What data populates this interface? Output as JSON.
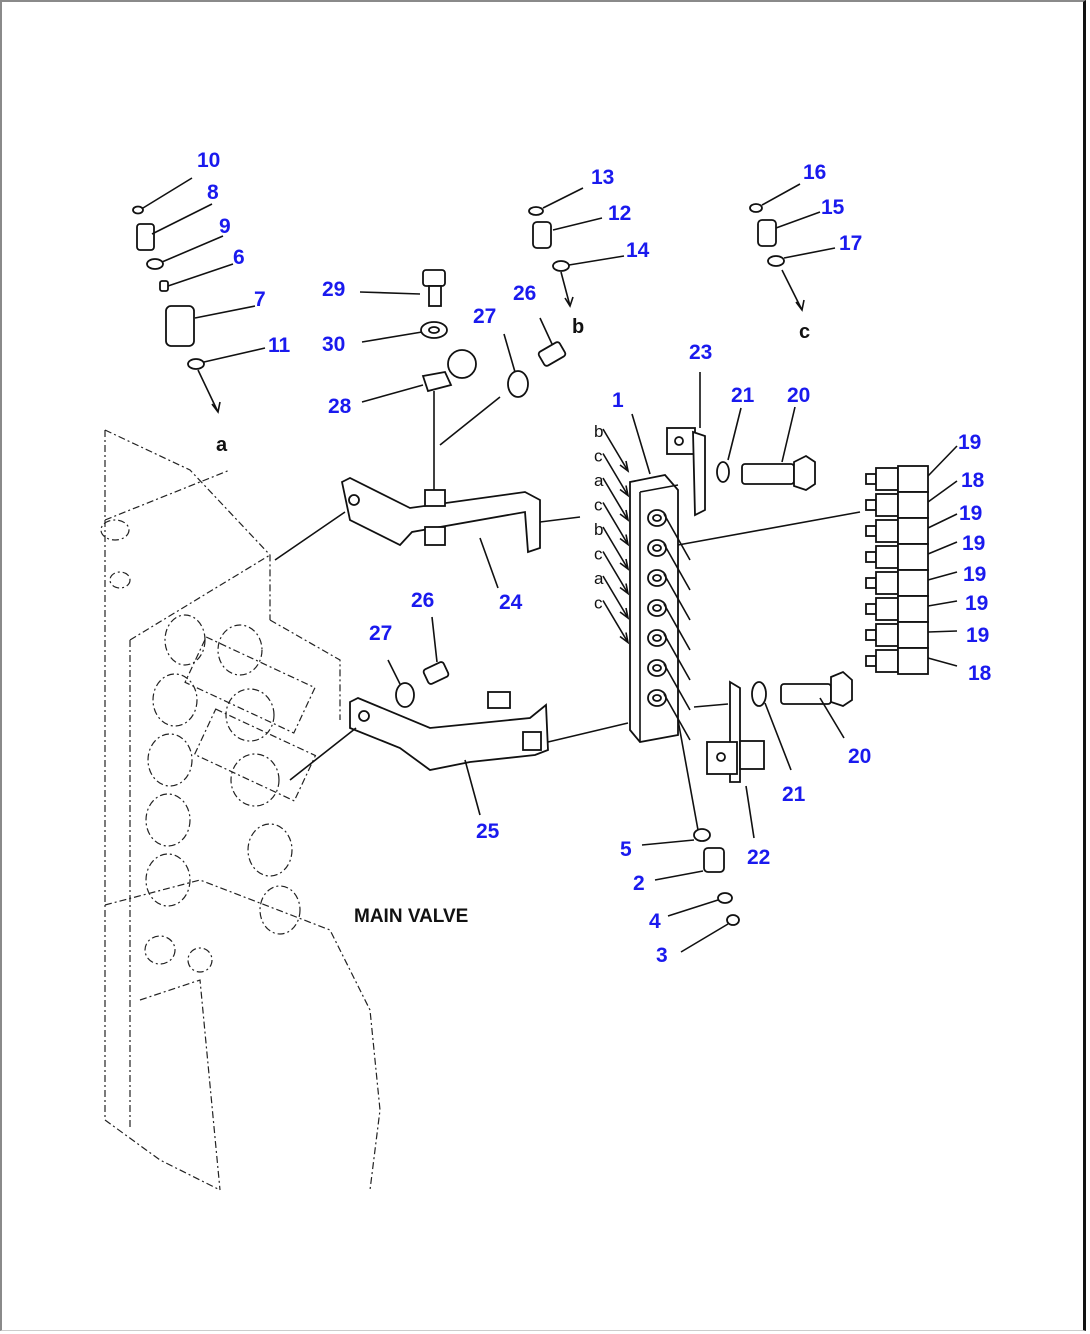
{
  "diagram": {
    "title": "MAIN VALVE",
    "callouts": {
      "c10": "10",
      "c8": "8",
      "c9": "9",
      "c6": "6",
      "c7": "7",
      "c11": "11",
      "c13": "13",
      "c12": "12",
      "c14": "14",
      "c16": "16",
      "c15": "15",
      "c17": "17",
      "c29": "29",
      "c30": "30",
      "c28": "28",
      "c27a": "27",
      "c26a": "26",
      "c23": "23",
      "c21a": "21",
      "c20a": "20",
      "c1": "1",
      "c24": "24",
      "c26b": "26",
      "c27b": "27",
      "c25": "25",
      "c19a": "19",
      "c18a": "18",
      "c19b": "19",
      "c19c": "19",
      "c19d": "19",
      "c19e": "19",
      "c19f": "19",
      "c18b": "18",
      "c20b": "20",
      "c21b": "21",
      "c22": "22",
      "c5": "5",
      "c2": "2",
      "c4": "4",
      "c3": "3"
    },
    "connection_letters": {
      "a": "a",
      "b": "b",
      "c": "c"
    },
    "port_letters": [
      "b",
      "c",
      "a",
      "c",
      "b",
      "c",
      "a",
      "c"
    ]
  }
}
